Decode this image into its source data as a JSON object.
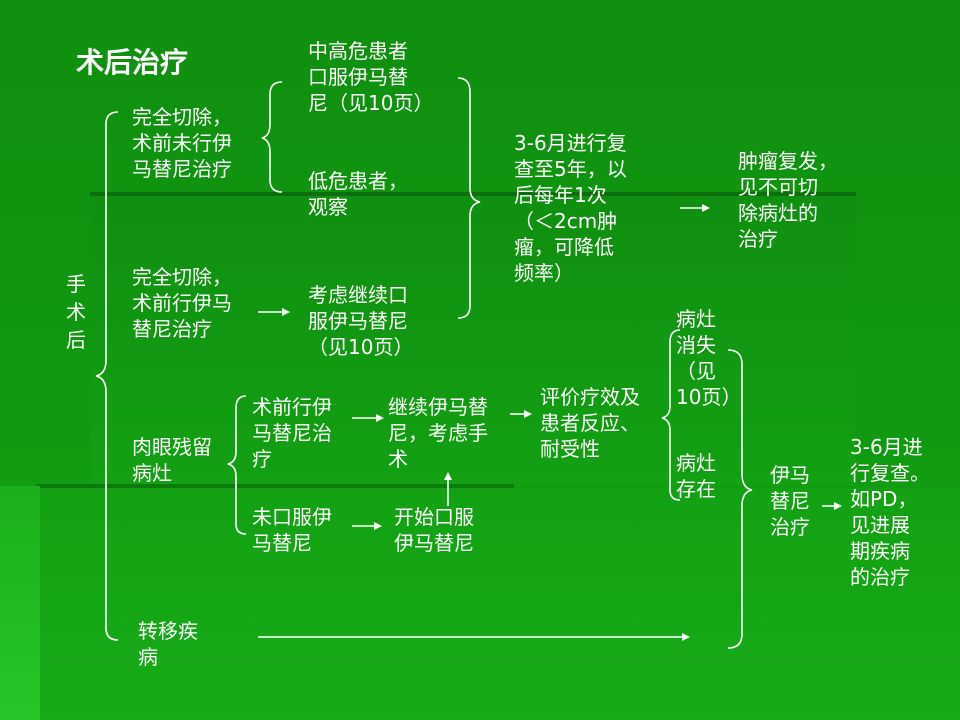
{
  "title": "术后治疗",
  "side_label": "手\n术\n后",
  "branch1": "完全切除，\n术前未行伊\n马替尼治疗",
  "branch1_high": "中高危患者\n口服伊马替\n尼（见10页）",
  "branch1_low": "低危患者，\n观察",
  "branch2": "完全切除，\n术前行伊马\n替尼治疗",
  "branch2_next": "考虑继续口\n服伊马替尼\n（见10页）",
  "followup": "3-6月进行复\n查至5年，以\n后每年1次\n（＜2cm肿\n瘤，可降低\n频率）",
  "recurrence": "肿瘤复发，\n见不可切\n除病灶的\n治疗",
  "branch3": "肉眼残留\n病灶",
  "branch3_a": "术前行伊\n马替尼治\n疗",
  "branch3_a_next": "继续伊马替\n尼，考虑手\n术",
  "branch3_b": "未口服伊\n马替尼",
  "branch3_b_next": "开始口服\n伊马替尼",
  "evaluate": "评价疗效及\n患者反应、\n耐受性",
  "lesion_gone": "病灶\n消失\n（见\n10页）",
  "lesion_remain": "病灶\n存在",
  "imatinib": "伊马\n替尼\n治疗",
  "final": "3-6月进\n行复查。\n如PD，\n见进展\n期疾病\n的治疗",
  "branch4": "转移疾\n病",
  "colors": {
    "background": "#119a11",
    "text": "#ffffff",
    "band_dark": "#0c6e0c",
    "band_light": "#22c022"
  }
}
